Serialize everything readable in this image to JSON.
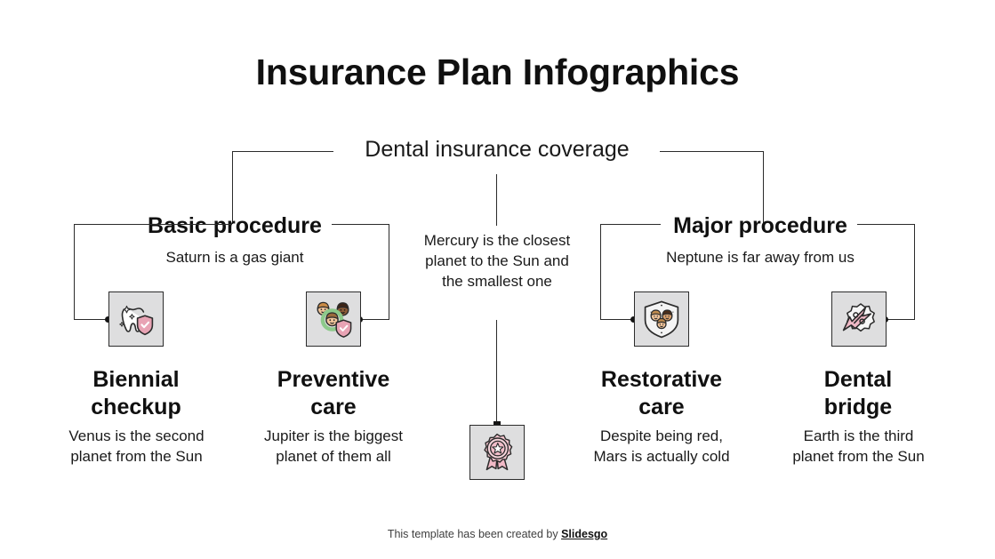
{
  "slide": {
    "title": "Insurance Plan Infographics",
    "root_label": "Dental insurance coverage",
    "center_description": "Mercury is the closest planet to the Sun and the smallest one"
  },
  "branches": [
    {
      "title": "Basic procedure",
      "subtitle": "Saturn is a gas giant"
    },
    {
      "title": "Major procedure",
      "subtitle": "Neptune is far away from us"
    }
  ],
  "leaves": [
    {
      "title_line1": "Biennial",
      "title_line2": "checkup",
      "description": "Venus is the second planet from the Sun",
      "icon": "tooth-shield-icon"
    },
    {
      "title_line1": "Preventive",
      "title_line2": "care",
      "description": "Jupiter is the biggest planet of them all",
      "icon": "family-shield-icon"
    },
    {
      "title_line1": "Restorative",
      "title_line2": "care",
      "description": "Despite being red, Mars is actually cold",
      "icon": "shield-family-icon"
    },
    {
      "title_line1": "Dental",
      "title_line2": "bridge",
      "description": "Earth is the third planet from the Sun",
      "icon": "discount-percent-badge-icon"
    }
  ],
  "center_icon": "award-rosette-icon",
  "footer": {
    "text": "This template has been created by ",
    "brand": "Slidesgo"
  },
  "colors": {
    "accent_pink": "#f2c6ce",
    "accent_pink_dark": "#c9566f",
    "icon_bg": "#dededf",
    "line": "#2b2b2b",
    "text": "#101010"
  }
}
